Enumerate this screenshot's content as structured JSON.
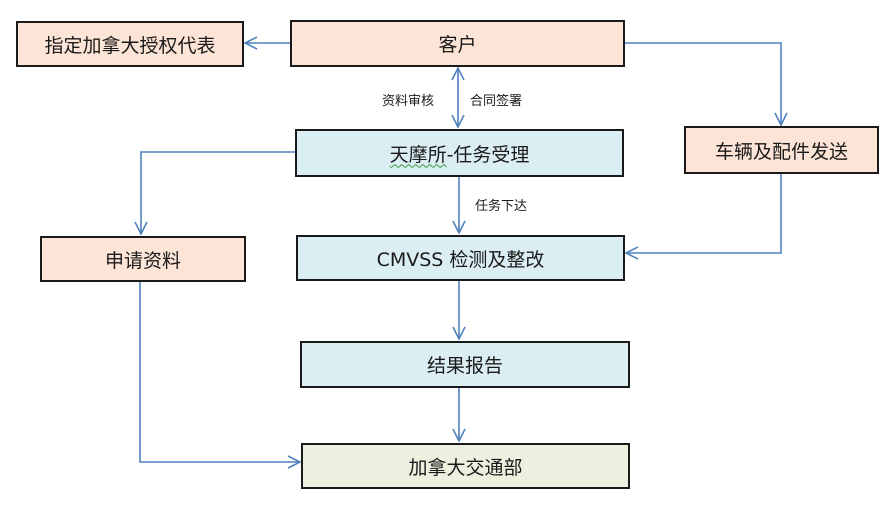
{
  "nodes": {
    "rep": "指定加拿大授权代表",
    "customer": "客户",
    "vehicle_parts": "车辆及配件发送",
    "tianmo_prefix": "天摩所",
    "tianmo_suffix": "-任务受理",
    "apply": "申请资料",
    "test": "CMVSS 检测及整改",
    "report": "结果报告",
    "transport": "加拿大交通部"
  },
  "edge_labels": {
    "review": "资料审核",
    "contract": "合同签署",
    "assign": "任务下达"
  },
  "colors": {
    "peach": "#fce4d6",
    "blue": "#daeef3",
    "green": "#ebf1de",
    "arrow": "#4f81bd"
  }
}
